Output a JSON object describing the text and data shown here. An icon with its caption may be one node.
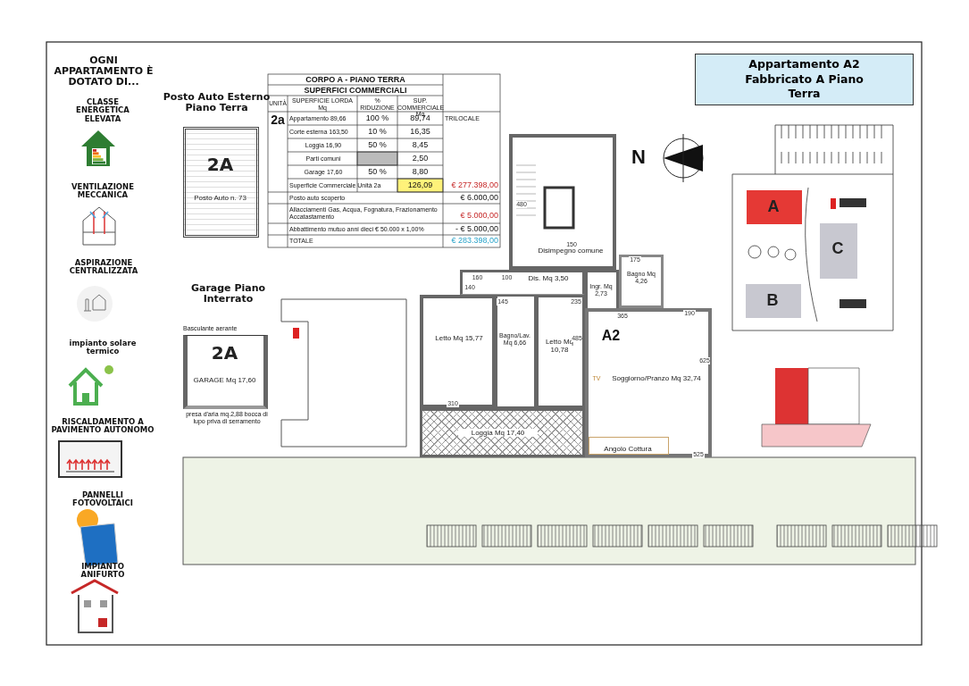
{
  "diagram": {
    "title": "Appartamento A2 Fabbricato A Piano Terra",
    "nodes": [
      {
        "text": [
          "Disimpegno comune"
        ]
      },
      {
        "text": [
          "Dis. Mq 3,50"
        ]
      },
      {
        "text": [
          "Ingr. Mq 2,73"
        ]
      },
      {
        "text": [
          "Bagno Mq 4,26"
        ]
      },
      {
        "text": [
          "Letto Mq 15,77"
        ]
      },
      {
        "text": [
          "Bagno/Lav. Mq 6,66"
        ]
      },
      {
        "text": [
          "Letto Mq 10,78"
        ]
      },
      {
        "text": [
          "Soggiorno/Pranzo Mq 32,74"
        ]
      },
      {
        "text": [
          "Angolo Cottura"
        ],
        "in": 7
      },
      {
        "text": [
          "Loggia Mq 17,40"
        ]
      },
      {
        "text": [
          "2A",
          "Posto Auto n. 73"
        ]
      },
      {
        "text": [
          "2A",
          "GARAGE Mq 17,60"
        ],
        "beside": [
          "Basculante aerante",
          "presa d'aria mq.2,88 bocca di lupo priva di serramento"
        ]
      },
      {
        "text": [
          "A"
        ]
      },
      {
        "text": [
          "C"
        ]
      },
      {
        "text": [
          "B"
        ]
      }
    ],
    "labels": [
      "OGNI APPARTAMENTO È DOTATO DI...",
      "CLASSE ENERGETICA ELEVATA",
      "VENTILAZIONE MECCANICA",
      "ASPIRAZIONE CENTRALIZZATA",
      "impianto solare termico",
      "RISCALDAMENTO A PAVIMENTO AUTONOMO",
      "PANNELLI FOTOVOLTAICI",
      "IMPIANTO ANIFURTO",
      "Posto Auto Esterno Piano Terra",
      "CORPO A - PIANO TERRA",
      "SUPERFICI COMMERCIALI",
      "UNITÀ",
      "SUPERFICIE LORDA Mq",
      "% RIDUZIONE",
      "SUP. COMMERCIALE Mq",
      "2a",
      "Appartamento 89,66",
      "100 %",
      "89,74",
      "TRILOCALE",
      "Corte esterna 163,50",
      "10 %",
      "16,35",
      "Loggia 16,90",
      "50 %",
      "8,45",
      "Parti comuni",
      "2,50",
      "Garage 17,60",
      "50 %",
      "8,80",
      "Superficie Commerciale Unità 2a",
      "126,09",
      "€ 277.398,00",
      "Posto auto scoperto",
      "€ 6.000,00",
      "Allacciamenti Gas, Acqua, Fognatura, Frazionamento Accatastamento",
      "€ 5.000,00",
      "Abbattimento mutuo anni dieci € 50.000 x 1,00%",
      "- € 5.000,00",
      "TOTALE",
      "€ 283.398,00",
      "N",
      "Garage Piano Interrato",
      "A2",
      "TV",
      "480",
      "150",
      "160",
      "100",
      "140",
      "145",
      "235",
      "175",
      "190",
      "365",
      "310",
      "485",
      "625",
      "525"
    ]
  }
}
